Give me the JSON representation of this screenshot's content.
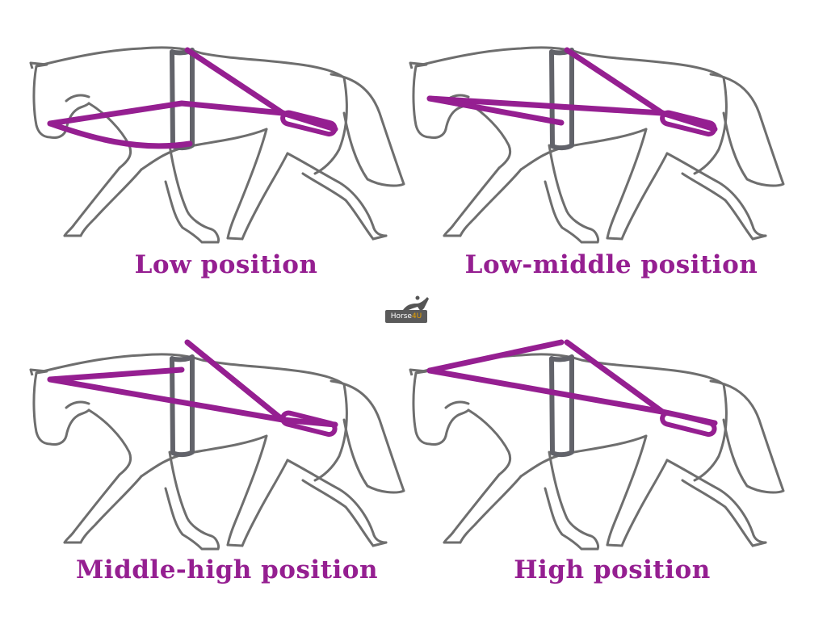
{
  "colors": {
    "outline": "#6e6e6e",
    "girth": "#62636a",
    "lines": "#951f91",
    "caption": "#951f91",
    "background": "#ffffff"
  },
  "panels": [
    {
      "caption": "Low position",
      "mode": "low"
    },
    {
      "caption": "Low-middle position",
      "mode": "low-middle"
    },
    {
      "caption": "Middle-high position",
      "mode": "middle-high"
    },
    {
      "caption": "High position",
      "mode": "high"
    }
  ],
  "watermark": {
    "part_a": "Horse",
    "part_b": "4U"
  }
}
